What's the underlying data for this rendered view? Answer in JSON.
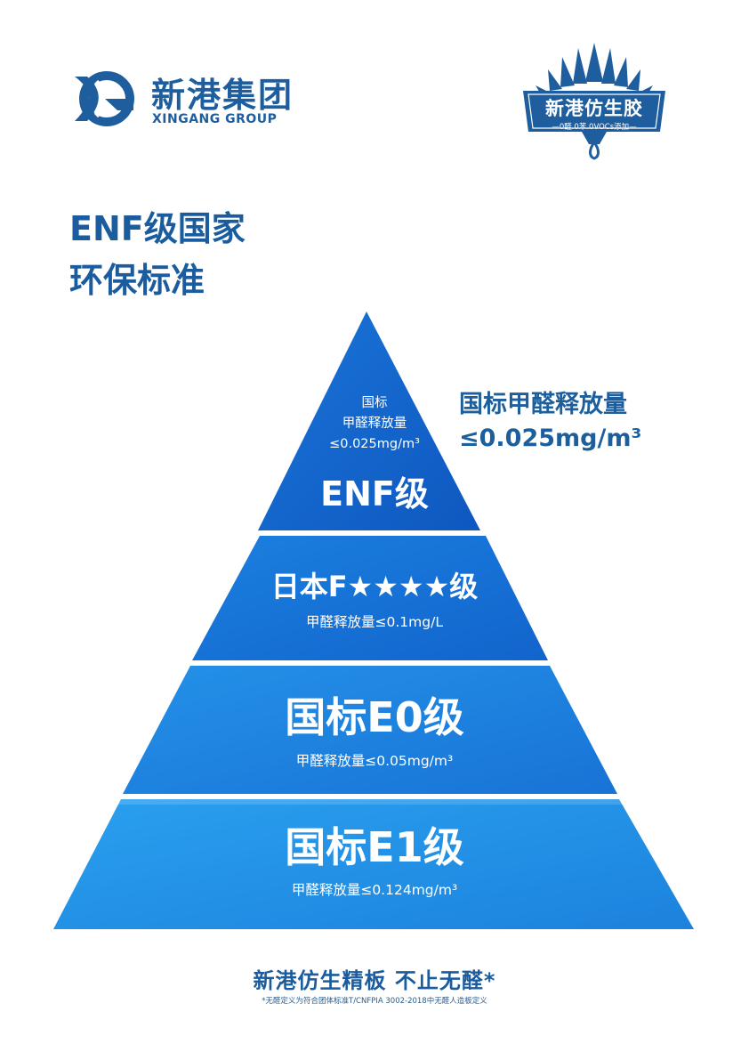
{
  "brand": {
    "name_cn": "新港集团",
    "name_en": "XINGANG GROUP"
  },
  "badge": {
    "title": "新港仿生胶",
    "subtitle": "—0醛.0苯.0VOCs添加—"
  },
  "headline": {
    "line1": "ENF级国家",
    "line2": "环保标准"
  },
  "side_note": {
    "line1": "国标甲醛释放量",
    "line2": "≤0.025mg/m³"
  },
  "pyramid": {
    "tier1": {
      "small_line1": "国标",
      "small_line2": "甲醛释放量",
      "small_line3": "≤0.025mg/m³",
      "label": "ENF级"
    },
    "tier2": {
      "label": "日本F★★★★级",
      "detail": "甲醛释放量≤0.1mg/L"
    },
    "tier3": {
      "label": "国标E0级",
      "detail": "甲醛释放量≤0.05mg/m³"
    },
    "tier4": {
      "label": "国标E1级",
      "detail": "甲醛释放量≤0.124mg/m³"
    }
  },
  "slogan": "新港仿生精板  不止无醛*",
  "footnote": "*无醛定义为符合团体标准T/CNFPIA 3002-2018中无醛人造板定义",
  "colors": {
    "brand_blue": "#1b5c9f",
    "tier_top": "#1262c8",
    "tier_bottom": "#1f96ea"
  }
}
